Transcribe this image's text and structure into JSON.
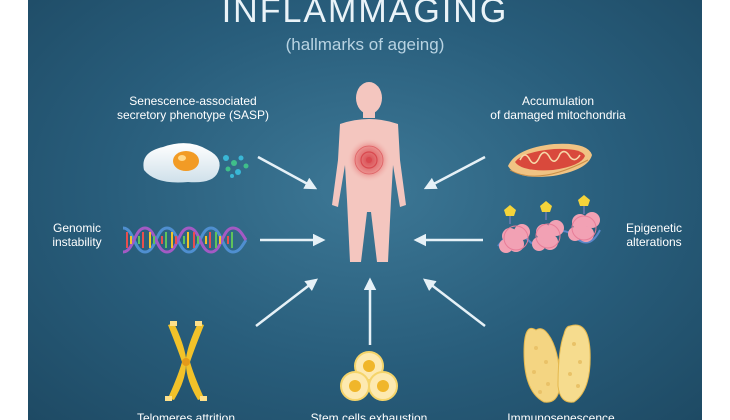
{
  "title": "INFLAMMAGING",
  "subtitle": "(hallmarks of ageing)",
  "labels": {
    "sasp_line1": "Senescence-associated",
    "sasp_line2": "secretory phenotype (SASP)",
    "mito_line1": "Accumulation",
    "mito_line2": "of damaged mitochondria",
    "genomic_line1": "Genomic",
    "genomic_line2": "instability",
    "epigenetic_line1": "Epigenetic",
    "epigenetic_line2": "alterations",
    "telomeres": "Telomeres attrition",
    "stemcells": "Stem cells exhaustion",
    "immuno": "Immunosenescence"
  },
  "colors": {
    "background": "#2b6282",
    "arrow": "#e6f1f7",
    "body": "#f4c6bf",
    "inflammation": "#d9494f",
    "telomere": "#f2c229"
  },
  "icons": [
    "human-body-icon",
    "egg-cell-icon",
    "mitochondrion-icon",
    "dna-helix-icon",
    "nucleosome-icon",
    "chromosome-icon",
    "stem-cells-icon",
    "thymus-icon"
  ]
}
